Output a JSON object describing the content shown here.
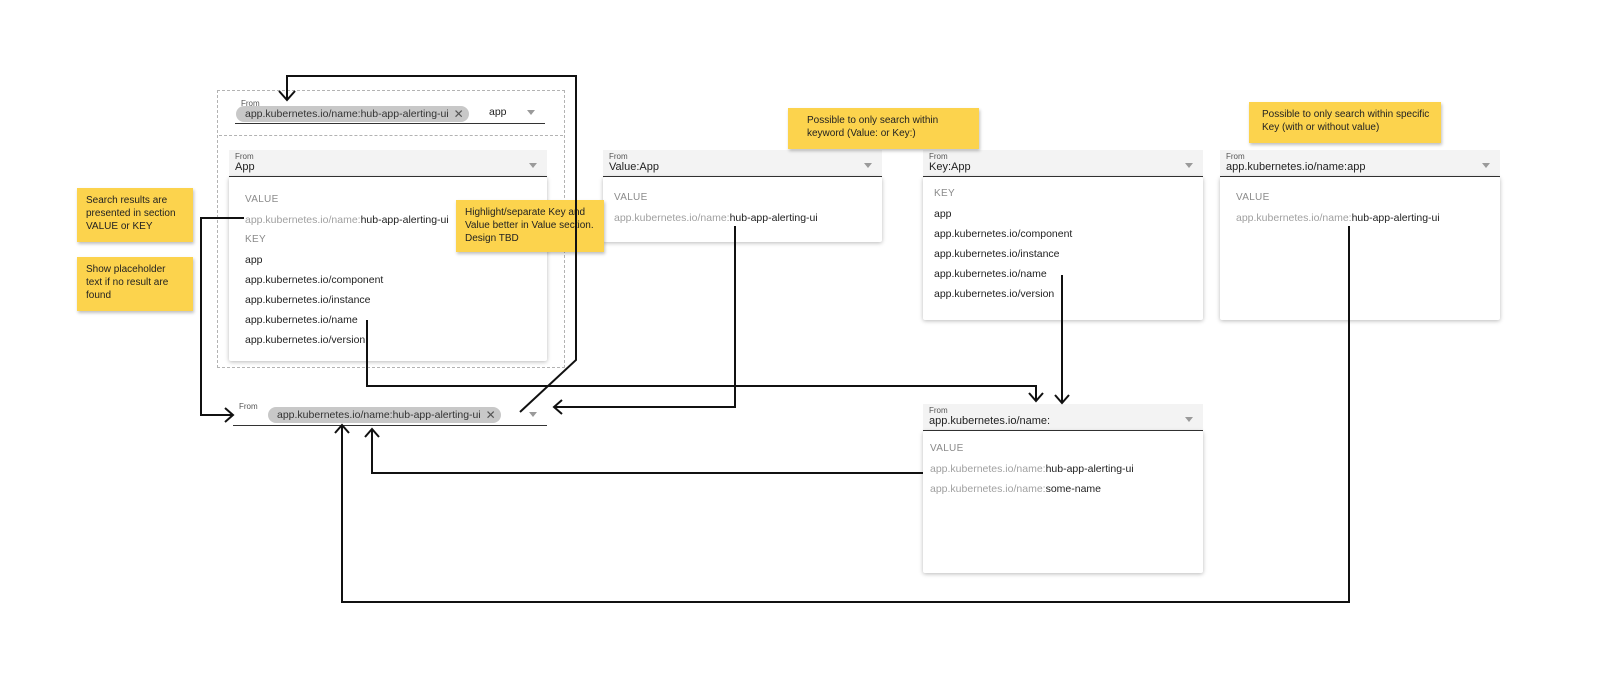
{
  "common": {
    "from_label": "From",
    "value_header": "VALUE",
    "key_header": "KEY",
    "chip_close": "✕"
  },
  "card1": {
    "chip_text": "app.kubernetes.io/name:hub-app-alerting-ui",
    "search_text": "app",
    "dropdown_value": "App",
    "value_items": [
      {
        "key": "app.kubernetes.io/name:",
        "value": "hub-app-alerting-ui"
      }
    ],
    "key_items": [
      "app",
      "app.kubernetes.io/component",
      "app.kubernetes.io/instance",
      "app.kubernetes.io/name",
      "app.kubernetes.io/version"
    ]
  },
  "result_field": {
    "chip_text": "app.kubernetes.io/name:hub-app-alerting-ui"
  },
  "card2": {
    "dropdown_value": "Value:App",
    "value_items": [
      {
        "key": "app.kubernetes.io/name:",
        "value": "hub-app-alerting-ui"
      }
    ]
  },
  "card3": {
    "dropdown_value": "Key:App",
    "key_items": [
      "app",
      "app.kubernetes.io/component",
      "app.kubernetes.io/instance",
      "app.kubernetes.io/name",
      "app.kubernetes.io/version"
    ]
  },
  "card4": {
    "dropdown_value": "app.kubernetes.io/name:app",
    "value_items": [
      {
        "key": "app.kubernetes.io/name:",
        "value": "hub-app-alerting-ui"
      }
    ]
  },
  "card5": {
    "dropdown_value": "app.kubernetes.io/name:",
    "value_items": [
      {
        "key": "app.kubernetes.io/name:",
        "value": "hub-app-alerting-ui"
      },
      {
        "key": "app.kubernetes.io/name:",
        "value": "some-name"
      }
    ]
  },
  "notes": {
    "search_results": "Search results are presented in section VALUE or KEY",
    "placeholder": "Show placeholder text if no result are found",
    "highlight": "Highlight/separate Key and Value better in Value section. Design TBD",
    "value_or_key": "Possible to only search within keyword (Value: or Key:)",
    "specific_key": "Possible to only search within specific Key (with or without value)"
  },
  "colors": {
    "sticky_note": "#fcd34d",
    "arrow": "#111111",
    "chip": "#c8c8c8"
  }
}
